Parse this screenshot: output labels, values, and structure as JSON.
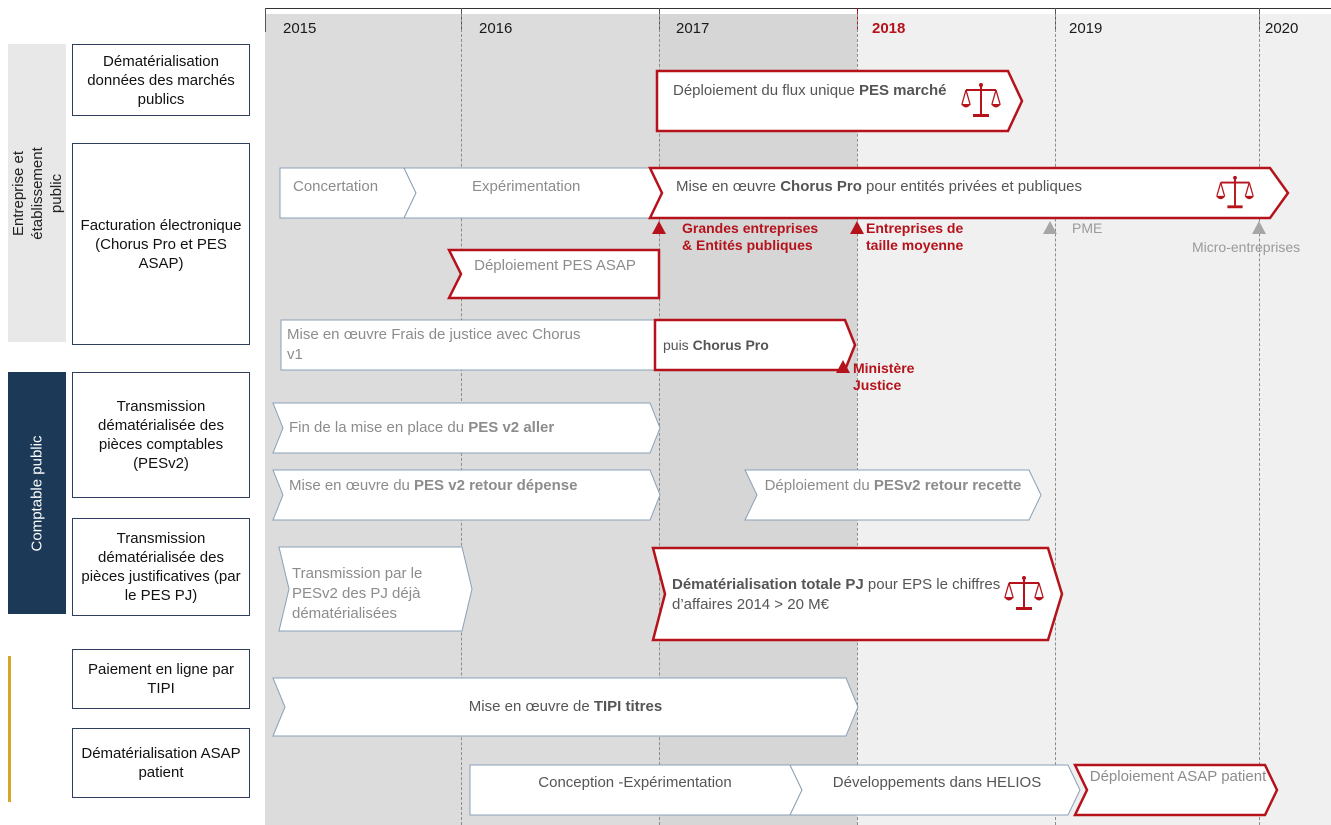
{
  "years": [
    "2015",
    "2016",
    "2017",
    "2018",
    "2019",
    "2020"
  ],
  "highlight_year": "2018",
  "side_labels": {
    "entreprise": "Entreprise et établissement public",
    "comptable": "Comptable public"
  },
  "categories": [
    "Dématérialisation données des marchés publics",
    "Facturation électronique (Chorus Pro et PES ASAP)",
    "Transmission dématérialisée des pièces comptables (PESv2)",
    "Transmission dématérialisée des pièces justificatives (par le PES PJ)",
    "Paiement en ligne par TIPI",
    "Dématérialisation ASAP patient"
  ],
  "bars": {
    "pes_marche": {
      "pre": "Déploiement du flux unique ",
      "bold": "PES marché",
      "post": ""
    },
    "concertation": "Concertation",
    "experimentation": "Expérimentation",
    "chorus_pro": {
      "pre": "Mise en œuvre ",
      "bold": "Chorus Pro",
      "post": " pour entités privées et publiques"
    },
    "pes_asap": "Déploiement PES ASAP",
    "frais_justice": "Mise en œuvre Frais de justice avec Chorus v1",
    "puis_chorus": {
      "pre": "puis ",
      "bold": "Chorus Pro"
    },
    "pes_v2_aller": {
      "pre": "Fin de la mise en place du ",
      "bold": "PES v2 aller"
    },
    "pes_v2_retour_depense": {
      "pre": "Mise en œuvre du ",
      "bold": "PES v2 retour dépense"
    },
    "pesv2_retour_recette": {
      "pre": "Déploiement du ",
      "bold": "PESv2 retour recette"
    },
    "transmission_pj": "Transmission par le PESv2 des PJ déjà dématérialisées",
    "demat_pj": {
      "bold": "Dématérialisation totale PJ",
      "post": " pour EPS le chiffres d’affaires 2014 > 20 M€"
    },
    "tipi": {
      "pre": "Mise en œuvre de ",
      "bold": "TIPI titres"
    },
    "conception": "Conception -Expérimentation",
    "helios": "Développements dans HELIOS",
    "asap_patient": "Déploiement ASAP patient"
  },
  "milestones": {
    "grandes": "Grandes entreprises & Entités publiques",
    "taille_moyenne": "Entreprises de taille moyenne",
    "pme": "PME",
    "micro": "Micro-entreprises",
    "ministere": "Ministère Justice"
  },
  "colors": {
    "red": "#b5121b",
    "navy": "#1c3a57",
    "gold": "#d4a62a",
    "grey_band": "#dcdcdc",
    "outline": "#8aa0b8"
  },
  "icons": [
    "scale-icon"
  ]
}
